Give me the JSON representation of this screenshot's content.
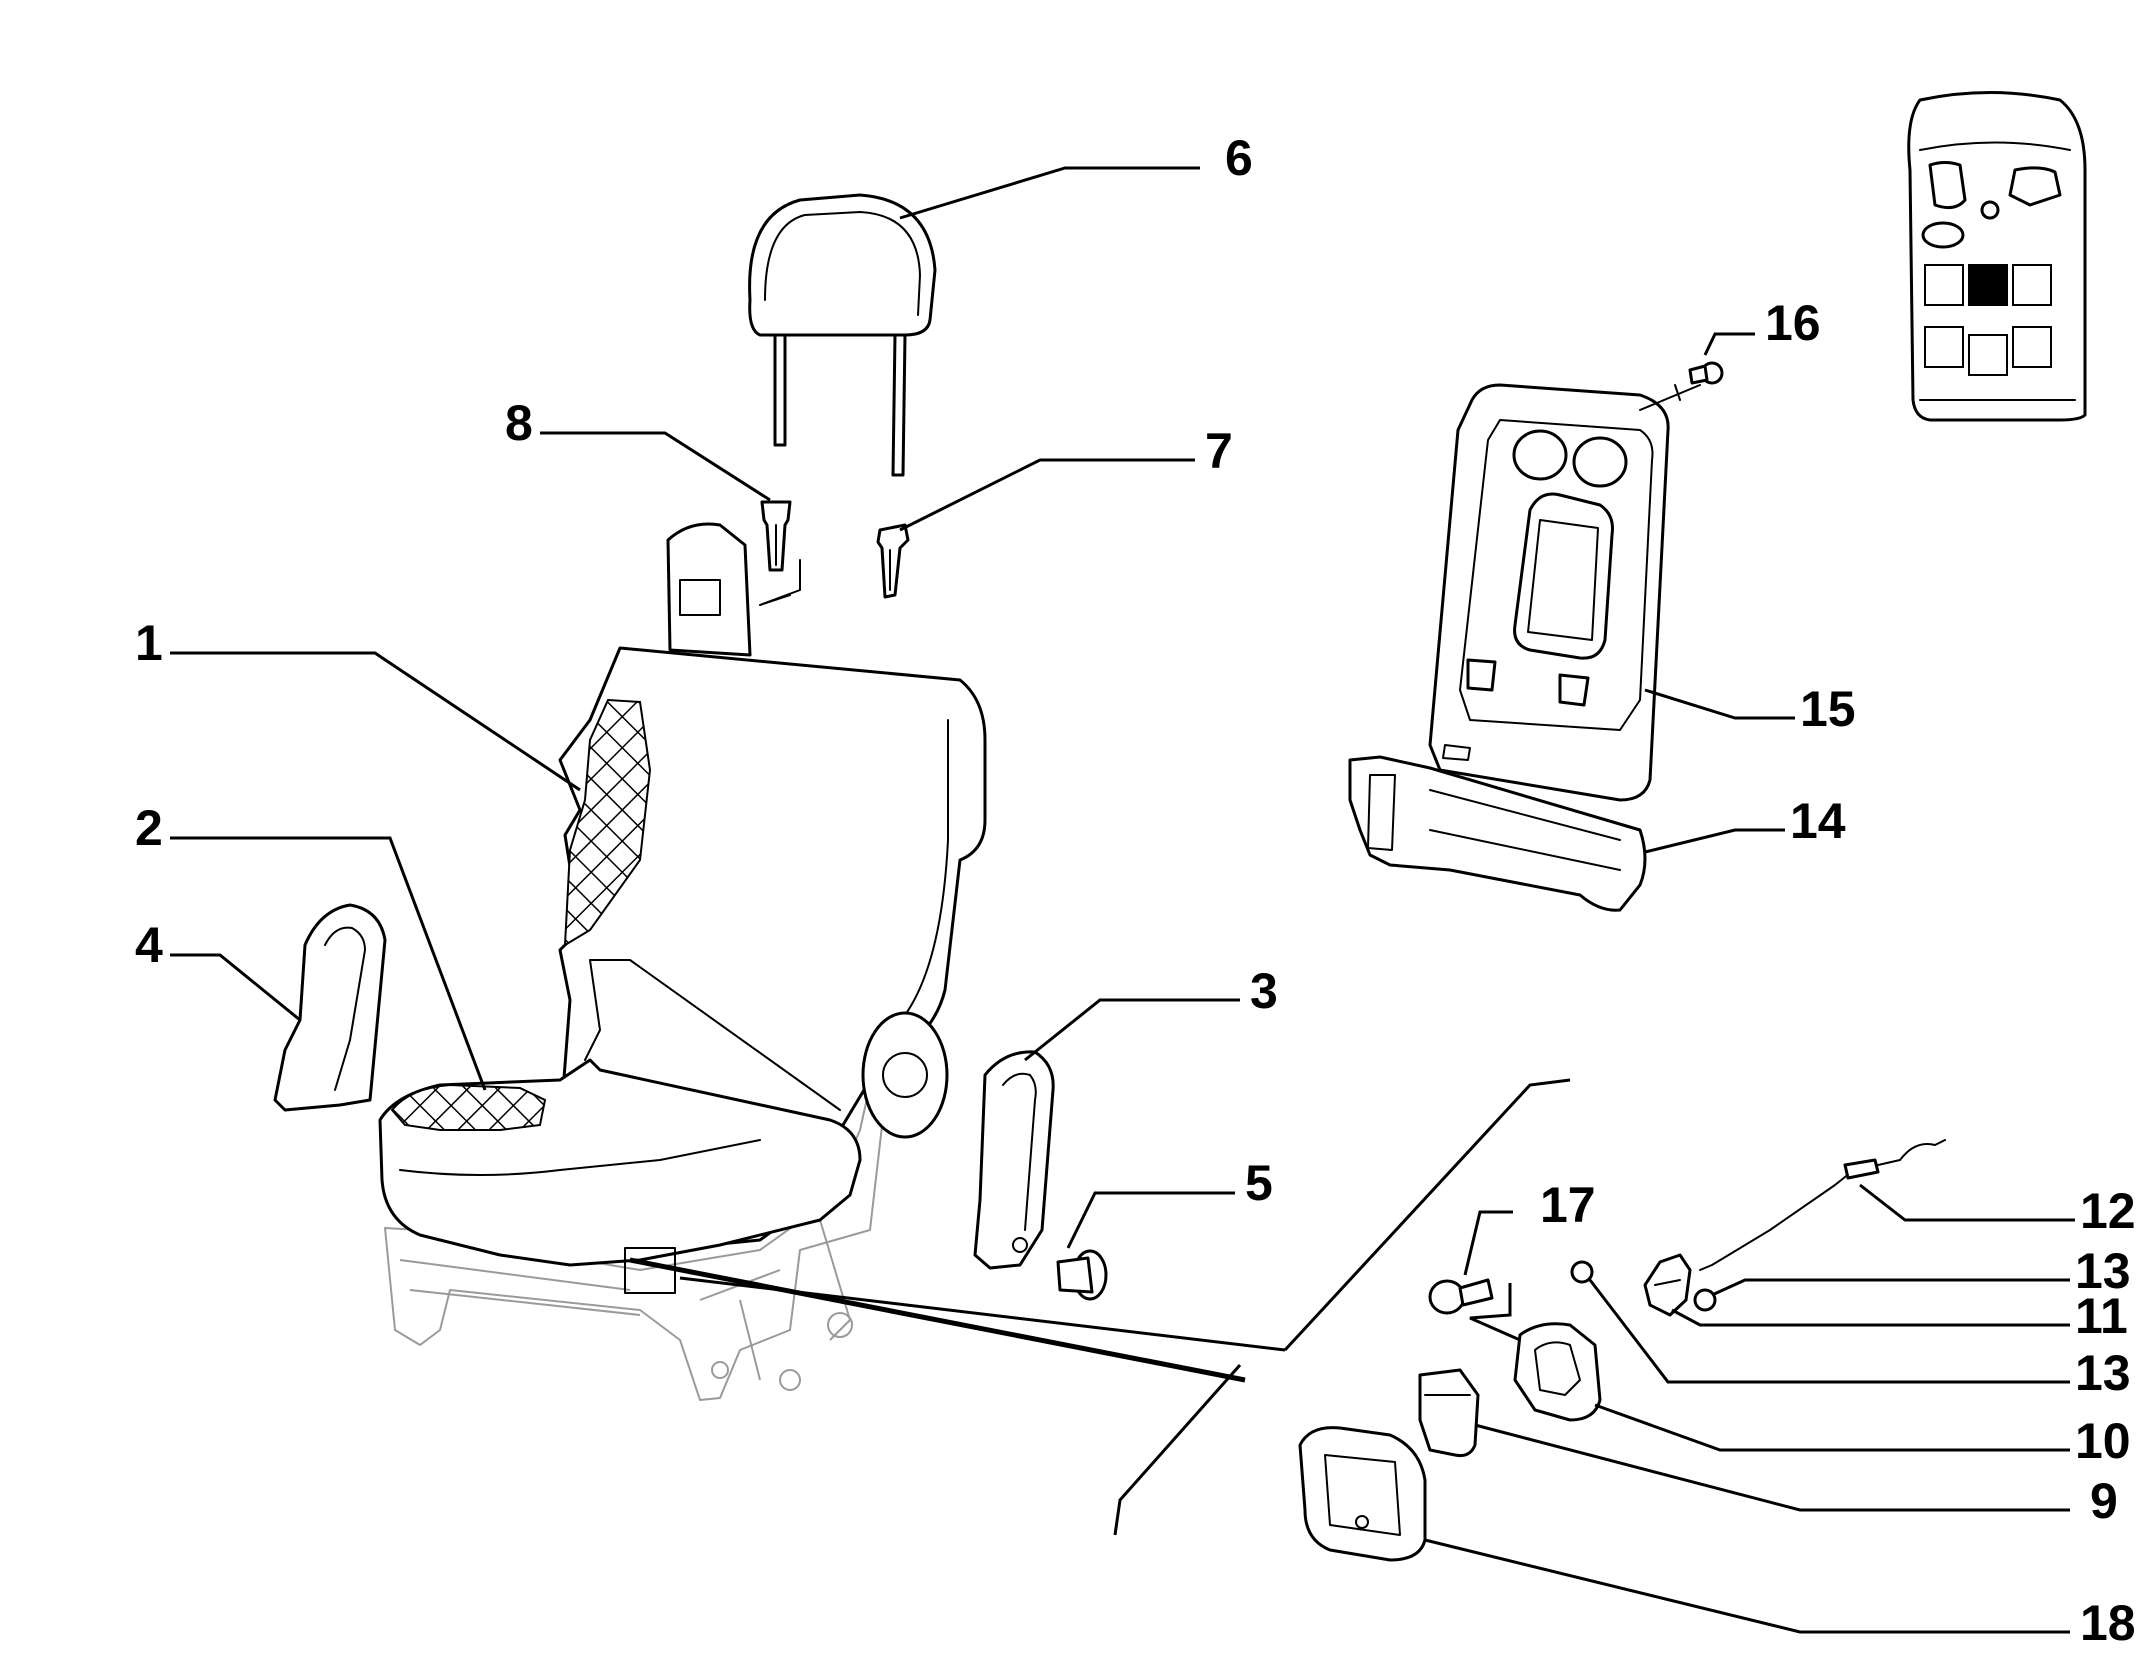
{
  "labels": {
    "p1": "1",
    "p2": "2",
    "p3": "3",
    "p4": "4",
    "p5": "5",
    "p6": "6",
    "p7": "7",
    "p8": "8",
    "p9": "9",
    "p10": "10",
    "p11": "11",
    "p12": "12",
    "p13a": "13",
    "p13b": "13",
    "p14": "14",
    "p15": "15",
    "p16": "16",
    "p17": "17",
    "p18": "18"
  },
  "locator": {
    "cells": [
      {
        "row": 1,
        "col": 1,
        "highlighted": false
      },
      {
        "row": 1,
        "col": 2,
        "highlighted": true
      },
      {
        "row": 1,
        "col": 3,
        "highlighted": false
      },
      {
        "row": 2,
        "col": 1,
        "highlighted": false
      },
      {
        "row": 2,
        "col": 2,
        "highlighted": false
      },
      {
        "row": 2,
        "col": 3,
        "highlighted": false
      }
    ],
    "highlight_color": "#000000"
  },
  "colors": {
    "line": "#000000",
    "frame_line": "#9a9a9a",
    "background": "#ffffff"
  }
}
